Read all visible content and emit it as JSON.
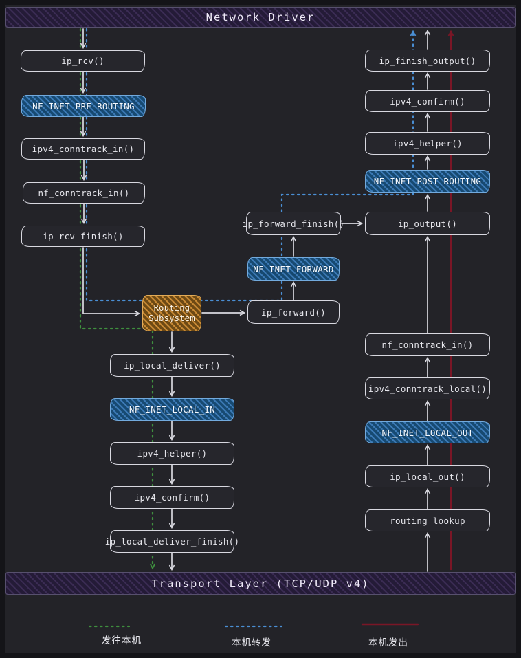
{
  "banners": {
    "top": "Network Driver",
    "bottom": "Transport Layer (TCP/UDP v4)"
  },
  "nodes": [
    {
      "label": "ip_rcv()"
    },
    {
      "label": "NF_INET_PRE_ROUTING"
    },
    {
      "label": "ipv4_conntrack_in()"
    },
    {
      "label": "nf_conntrack_in()"
    },
    {
      "label": "ip_rcv_finish()"
    },
    {
      "label": "Routing Subsystem"
    },
    {
      "label": "ip_local_deliver()"
    },
    {
      "label": "NF_INET_LOCAL_IN"
    },
    {
      "label": "ipv4_helper()"
    },
    {
      "label": "ipv4_confirm()"
    },
    {
      "label": "ip_local_deliver_finish()"
    },
    {
      "label": "ip_forward()"
    },
    {
      "label": "NF_INET_FORWARD"
    },
    {
      "label": "ip_forward_finish()"
    },
    {
      "label": "ip_output()"
    },
    {
      "label": "NF_INET_POST_ROUTING"
    },
    {
      "label": "ipv4_helper()"
    },
    {
      "label": "ipv4_confirm()"
    },
    {
      "label": "ip_finish_output()"
    },
    {
      "label": "nf_conntrack_in()"
    },
    {
      "label": "ipv4_conntrack_local()"
    },
    {
      "label": "NF_INET_LOCAL_OUT"
    },
    {
      "label": "ip_local_out()"
    },
    {
      "label": "routing lookup"
    }
  ],
  "legend": [
    {
      "label": "发往本机",
      "color": "#3f8f3f",
      "style": "dotted"
    },
    {
      "label": "本机转发",
      "color": "#4a8fd4",
      "style": "dotted"
    },
    {
      "label": "本机发出",
      "color": "#7a1626",
      "style": "solid"
    }
  ],
  "colors": {
    "background": "#232328",
    "node_border": "#d8d8e0",
    "hook_blue": "#3c7ab6",
    "routing_orange": "#c98a35",
    "banner_purple": "#3b2c54",
    "path_to_local": "#3f8f3f",
    "path_forward": "#4a8fd4",
    "path_from_local": "#7a1626"
  }
}
